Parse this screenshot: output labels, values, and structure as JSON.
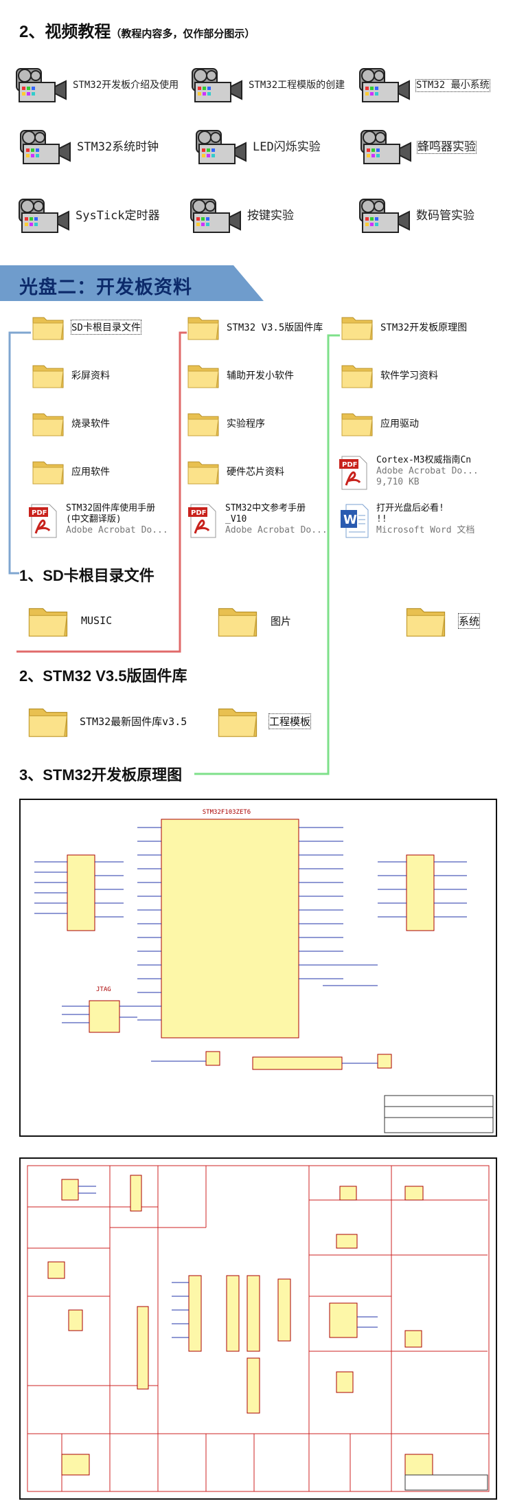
{
  "video_section": {
    "title": "2、视频教程",
    "subtitle": "（教程内容多，仅作部分图示）",
    "items": [
      {
        "label": "STM32开发板介绍及使用"
      },
      {
        "label": "STM32工程模版的创建"
      },
      {
        "label": "STM32 最小系统"
      },
      {
        "label": "STM32系统时钟"
      },
      {
        "label": "LED闪烁实验"
      },
      {
        "label": "蜂鸣器实验"
      },
      {
        "label": "SysTick定时器"
      },
      {
        "label": "按键实验"
      },
      {
        "label": "数码管实验"
      }
    ]
  },
  "banner": {
    "title": "光盘二：开发板资料",
    "color": "#6f9ccc"
  },
  "disc_folders": {
    "col1": [
      "SD卡根目录文件",
      "彩屏资料",
      "烧录软件",
      "应用软件"
    ],
    "col2": [
      "STM32 V3.5版固件库",
      "辅助开发小软件",
      "实验程序",
      "硬件芯片资料"
    ],
    "col3": [
      "STM32开发板原理图",
      "软件学习资料",
      "应用驱动"
    ]
  },
  "disc_files": [
    {
      "icon": "pdf-icon",
      "name": "STM32固件库使用手册",
      "name2": "(中文翻译版)",
      "type": "Adobe Acrobat Do..."
    },
    {
      "icon": "pdf-icon",
      "name": "STM32中文参考手册",
      "name2": "_V10",
      "type": "Adobe Acrobat Do..."
    },
    {
      "icon": "pdf-icon",
      "name": "Cortex-M3权威指南Cn",
      "name2": "Adobe Acrobat Do...",
      "type": "9,710 KB"
    },
    {
      "icon": "word-icon",
      "name": "打开光盘后必看!",
      "name2": "!!",
      "type": "Microsoft Word 文档"
    }
  ],
  "sd_section": {
    "title": "1、SD卡根目录文件",
    "folders": [
      "MUSIC",
      "图片",
      "系统"
    ]
  },
  "lib_section": {
    "title": "2、STM32 V3.5版固件库",
    "folders": [
      "STM32最新固件库v3.5",
      "工程模板"
    ]
  },
  "schematic_section": {
    "title": "3、STM32开发板原理图",
    "chip_label": "STM32F103ZET6",
    "jtag_label": "JTAG"
  },
  "colors": {
    "blue_line": "#7fa6d0",
    "red_line": "#e06a6a",
    "green_line": "#7ee08a",
    "folder": "#f4d46a"
  }
}
